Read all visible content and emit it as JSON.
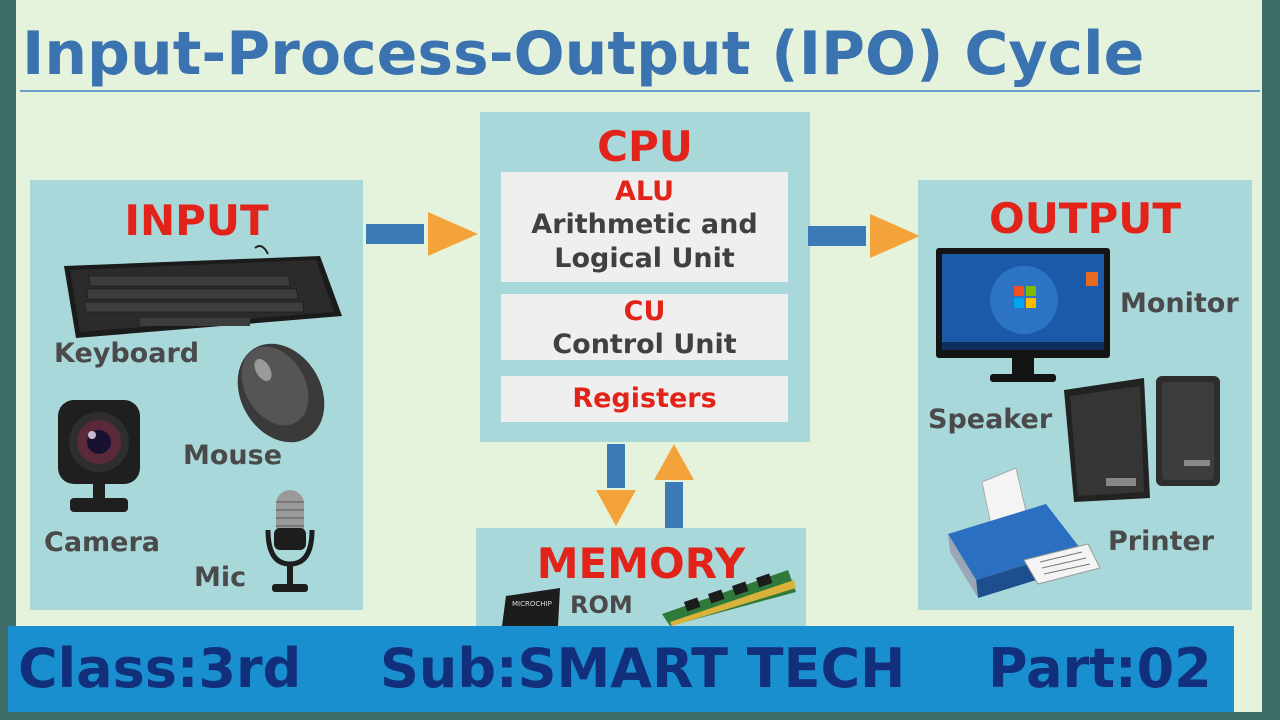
{
  "title": "Input-Process-Output (IPO) Cycle",
  "input": {
    "heading": "INPUT",
    "devices": {
      "keyboard": "Keyboard",
      "mouse": "Mouse",
      "camera": "Camera",
      "mic": "Mic"
    }
  },
  "cpu": {
    "heading": "CPU",
    "alu": {
      "abbr": "ALU",
      "line1": "Arithmetic and",
      "line2": "Logical Unit"
    },
    "cu": {
      "abbr": "CU",
      "full": "Control Unit"
    },
    "registers": "Registers"
  },
  "memory": {
    "heading": "MEMORY",
    "rom": "ROM",
    "chip_text": "MICROCHIP"
  },
  "output": {
    "heading": "OUTPUT",
    "devices": {
      "monitor": "Monitor",
      "speaker": "Speaker",
      "printer": "Printer"
    }
  },
  "footer": {
    "class_label": "Class:3rd",
    "subject_label": "Sub:SMART TECH",
    "part_label": "Part:02"
  },
  "colors": {
    "title": "#3a73b0",
    "heading": "#e2231a",
    "panel": "#a9d8db",
    "arrow_shaft": "#3d7bb8",
    "arrow_head": "#f4a33a",
    "footer_bg": "#1a8fd0",
    "footer_text": "#112f7a"
  }
}
